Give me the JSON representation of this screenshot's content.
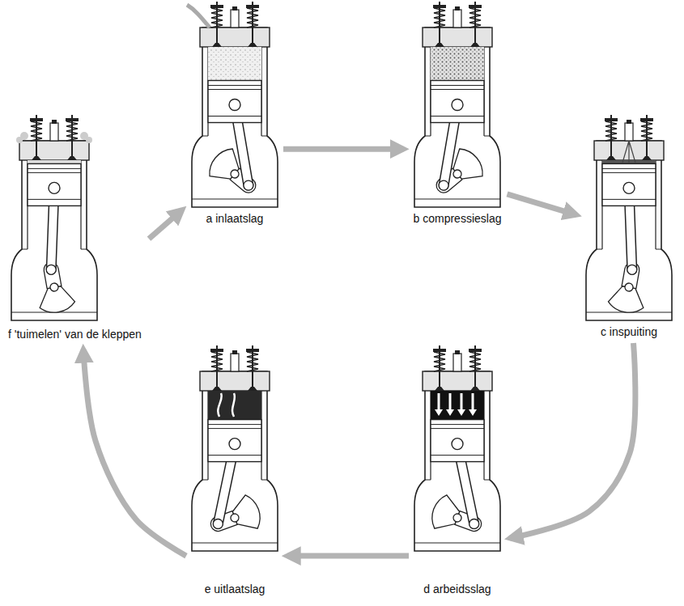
{
  "diagram": {
    "nodes": [
      {
        "text": [
          "a inlaatslag"
        ]
      },
      {
        "text": [
          "b compressieslag"
        ]
      },
      {
        "text": [
          "c inspuiting"
        ]
      },
      {
        "text": [
          "d arbeidsslag"
        ]
      },
      {
        "text": [
          "e uitlaatslag"
        ]
      },
      {
        "text": [
          "f 'tuimelen' van de kleppen"
        ]
      }
    ],
    "edges": [
      {
        "from": 0,
        "to": 1,
        "arrow": "to"
      },
      {
        "from": 1,
        "to": 2,
        "arrow": "to"
      },
      {
        "from": 2,
        "to": 3,
        "arrow": "to"
      },
      {
        "from": 3,
        "to": 4,
        "arrow": "to"
      },
      {
        "from": 4,
        "to": 5,
        "arrow": "to"
      },
      {
        "from": 5,
        "to": 0,
        "arrow": "to"
      }
    ]
  }
}
